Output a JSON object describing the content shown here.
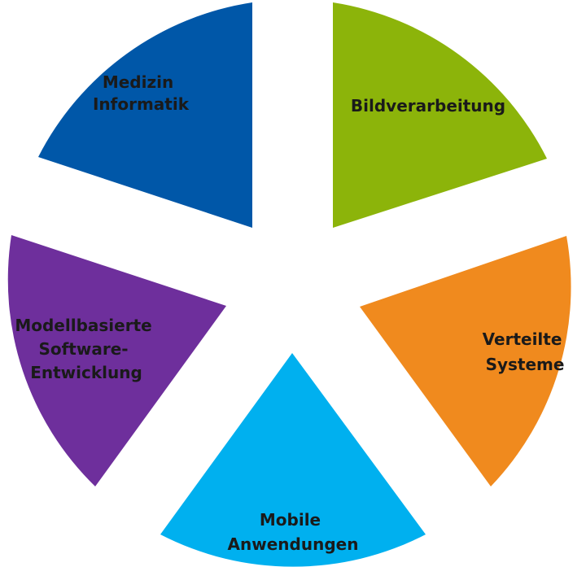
{
  "diagram": {
    "segments": [
      {
        "id": "medizin-informatik",
        "lines": [
          "Medizin",
          "Informatik"
        ],
        "color": "#0057a8"
      },
      {
        "id": "bildverarbeitung",
        "lines": [
          "Bildverarbeitung"
        ],
        "color": "#8cb40a"
      },
      {
        "id": "verteilte-systeme",
        "lines": [
          "Verteilte",
          "Systeme"
        ],
        "color": "#f08a1e"
      },
      {
        "id": "mobile-anwendungen",
        "lines": [
          "Mobile",
          "Anwendungen"
        ],
        "color": "#00b0ef"
      },
      {
        "id": "modellbasierte-software-entwicklung",
        "lines": [
          "Modellbasierte",
          "Software-",
          "Entwicklung"
        ],
        "color": "#6e2f9c"
      }
    ]
  }
}
